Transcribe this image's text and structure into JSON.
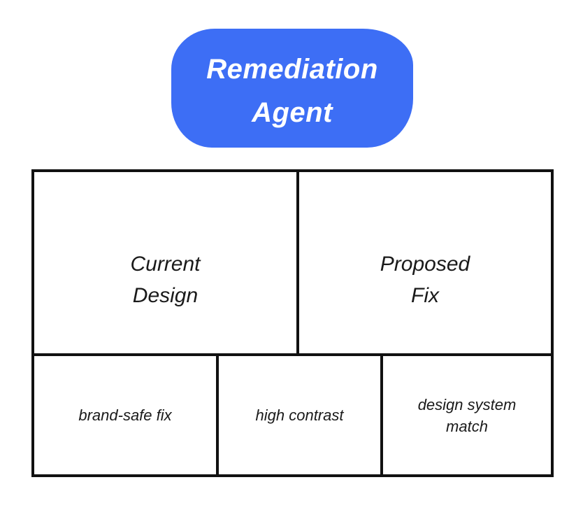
{
  "colors": {
    "agent_fill": "#3D6EF5",
    "agent_text": "#FFFFFF",
    "border": "#111111",
    "cell_text": "#1A1A1A",
    "background": "#FFFFFF"
  },
  "agent": {
    "name": "Remediation Agent",
    "lines": [
      "Remediation",
      "Agent"
    ]
  },
  "comparison": {
    "cells": [
      {
        "id": "current-design",
        "label": "Current Design",
        "lines": [
          "Current",
          "Design"
        ]
      },
      {
        "id": "proposed-fix",
        "label": "Proposed Fix",
        "lines": [
          "Proposed",
          "Fix"
        ]
      }
    ]
  },
  "criteria": {
    "cells": [
      {
        "id": "brand-safe-fix",
        "label": "brand-safe fix",
        "lines": [
          "brand-safe fix"
        ]
      },
      {
        "id": "high-contrast",
        "label": "high contrast",
        "lines": [
          "high contrast"
        ]
      },
      {
        "id": "design-system-match",
        "label": "design system match",
        "lines": [
          "design system",
          "match"
        ]
      }
    ]
  }
}
